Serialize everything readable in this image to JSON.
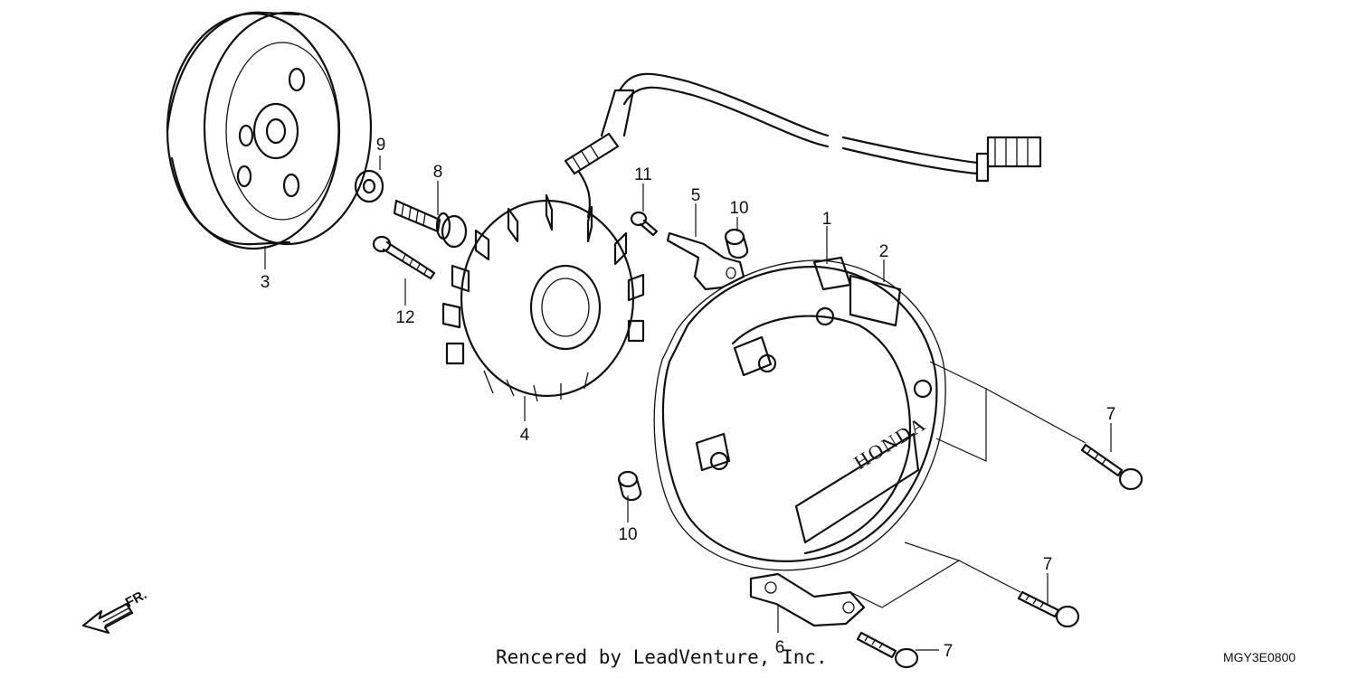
{
  "callouts": {
    "c1": "1",
    "c2": "2",
    "c3": "3",
    "c4": "4",
    "c5": "5",
    "c6": "6",
    "c7a": "7",
    "c7b": "7",
    "c7c": "7",
    "c8": "8",
    "c9": "9",
    "c10a": "10",
    "c10b": "10",
    "c11": "11",
    "c12": "12"
  },
  "cover_brand": "HONDA",
  "direction_label": "FR.",
  "credit": "Rencered by LeadVenture, Inc.",
  "diagram_code": "MGY3E0800",
  "colors": {
    "line": "#111111",
    "background": "#ffffff"
  }
}
